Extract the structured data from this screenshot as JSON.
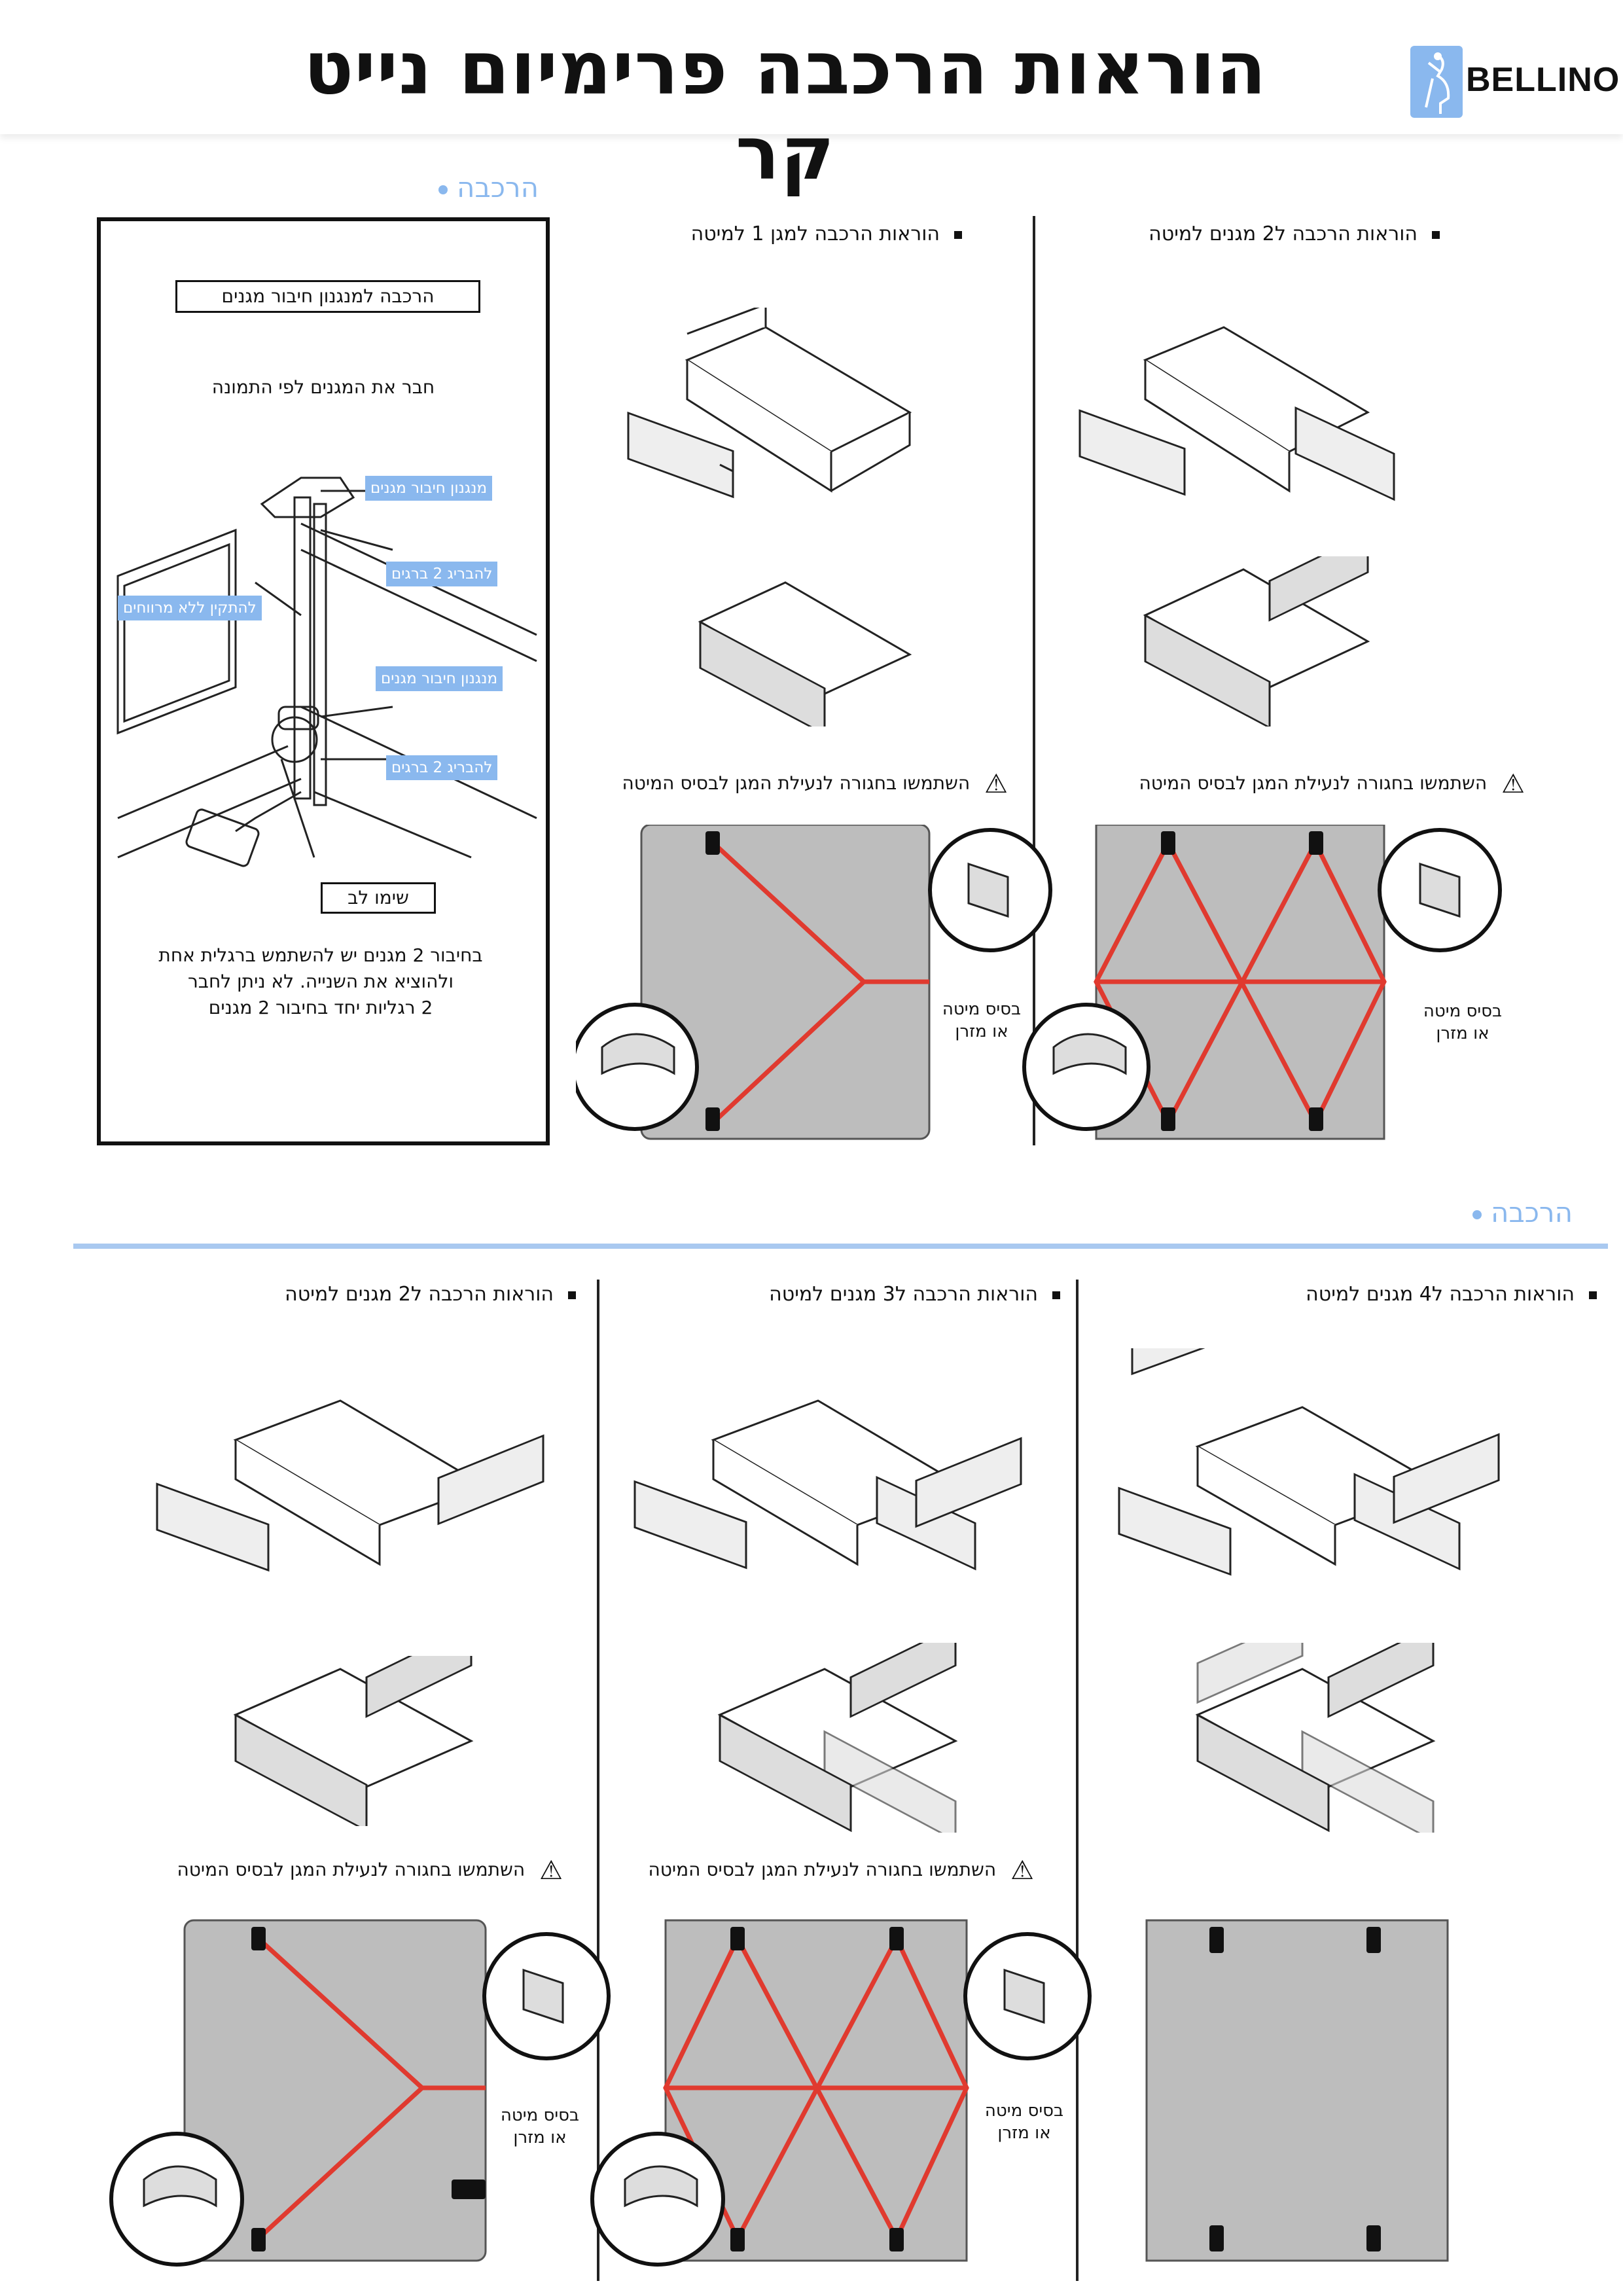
{
  "header": {
    "title": "הוראות הרכבה פרימיום נייט קר",
    "brand": "BELLINO",
    "logo_icon": "stork-icon",
    "accent_color": "#8ab8ee"
  },
  "section1": {
    "label": "הרכבה",
    "connector": {
      "heading": "הרכבה למנגנון חיבור מגנים",
      "instruction": "חבר את המגנים לפי התמונה",
      "tags": [
        "מנגנון חיבור מגנים",
        "להבריג 2 ברגים",
        "להתקין ללא מרווחים",
        "מנגנון חיבור מגנים",
        "להבריג 2 ברגים"
      ],
      "attention_label": "שימו לב",
      "note_lines": [
        "בחיבור 2 מגנים יש להשתמש ברגלית אחת",
        "ולהוציא את השנייה. לא ניתן לחבר",
        "2 רגליות יחד בחיבור 2 מגנים"
      ]
    },
    "col1": {
      "heading": "הוראות הרכבה למגן 1 למיטה",
      "warning": "השתמשו בחגורה לנעילת המגן לבסיס המיטה",
      "callout": [
        "בסיס מיטה",
        "או מזרן"
      ]
    },
    "col2": {
      "heading": "הוראות הרכבה ל2 מגנים למיטה",
      "warning": "השתמשו בחגורה לנעילת המגן לבסיס המיטה",
      "callout": [
        "בסיס מיטה",
        "או מזרן"
      ]
    }
  },
  "section2": {
    "label": "הרכבה",
    "col1": {
      "heading": "הוראות הרכבה ל2 מגנים למיטה",
      "warning": "השתמשו בחגורה לנעילת המגן לבסיס המיטה",
      "callout": [
        "בסיס מיטה",
        "או מזרן"
      ]
    },
    "col2": {
      "heading": "הוראות הרכבה ל3 מגנים למיטה",
      "warning": "השתמשו בחגורה לנעילת המגן לבסיס המיטה",
      "callout": [
        "בסיס מיטה",
        "או מזרן"
      ]
    },
    "col3": {
      "heading": "הוראות הרכבה ל4 מגנים למיטה"
    }
  },
  "colors": {
    "strap": "#e03a2f",
    "base": "#bdbdbd",
    "line": "#222222"
  }
}
